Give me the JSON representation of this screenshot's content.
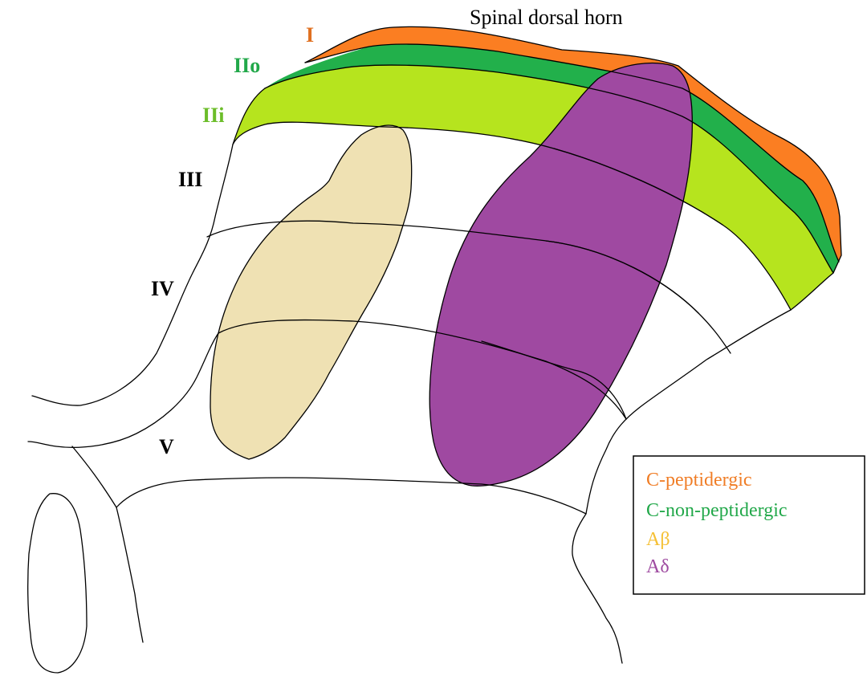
{
  "title": "Spinal dorsal horn",
  "laminae": {
    "I": "I",
    "IIo": "IIo",
    "IIi": "IIi",
    "III": "III",
    "IV": "IV",
    "V": "V"
  },
  "legend": [
    {
      "label": "C-peptidergic",
      "color": "#f07d26"
    },
    {
      "label": "C-non-peptidergic",
      "color": "#22a84a"
    },
    {
      "label": "Aβ",
      "color": "#f5c035"
    },
    {
      "label": "Aδ",
      "color": "#9e4aa0"
    }
  ],
  "colors": {
    "lamina_I": "#fb7e22",
    "lamina_IIo": "#22b04b",
    "lamina_IIi": "#b6e41e",
    "abeta_region": "#efe1b3",
    "adelta_region": "#9f49a1",
    "label_I": "#e07020",
    "label_IIo": "#22a84a",
    "label_IIi": "#6cbd2a",
    "label_dark": "#000000"
  }
}
